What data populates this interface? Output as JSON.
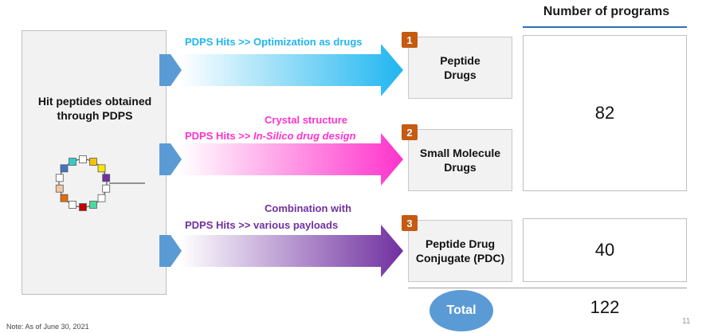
{
  "header": {
    "title": "Number of programs"
  },
  "source": {
    "label": "Hit peptides obtained through PDPS",
    "ring_colors": [
      "#ffffff",
      "#f5c400",
      "#ffe600",
      "#7030a0",
      "#ffffff",
      "#ffffff",
      "#4dd9a0",
      "#c00000",
      "#ffffff",
      "#e36c09",
      "#f2c6a5",
      "#ffffff",
      "#4472c4",
      "#33cccc"
    ]
  },
  "routes": [
    {
      "prefix": "PDPS Hits >>",
      "detail_line1": "Optimization as drugs",
      "detail_line2": "",
      "color": "#1fb6f0",
      "badge": "1",
      "target": "Peptide Drugs"
    },
    {
      "prefix": "PDPS Hits >>",
      "detail_line1": "Crystal structure",
      "detail_line2": "In-Silico drug design",
      "color": "#ff33cc",
      "badge": "2",
      "target": "Small Molecule Drugs"
    },
    {
      "prefix": "PDPS Hits >>",
      "detail_line1": "Combination with",
      "detail_line2": "various payloads",
      "color": "#7030a0",
      "badge": "3",
      "target": "Peptide Drug Conjugate (PDC)"
    }
  ],
  "counts": {
    "peptide_and_small_molecule": "82",
    "pdc": "40"
  },
  "total": {
    "label": "Total",
    "value": "122"
  },
  "footer": {
    "note": "Note: As of June 30, 2021",
    "page": "11"
  }
}
